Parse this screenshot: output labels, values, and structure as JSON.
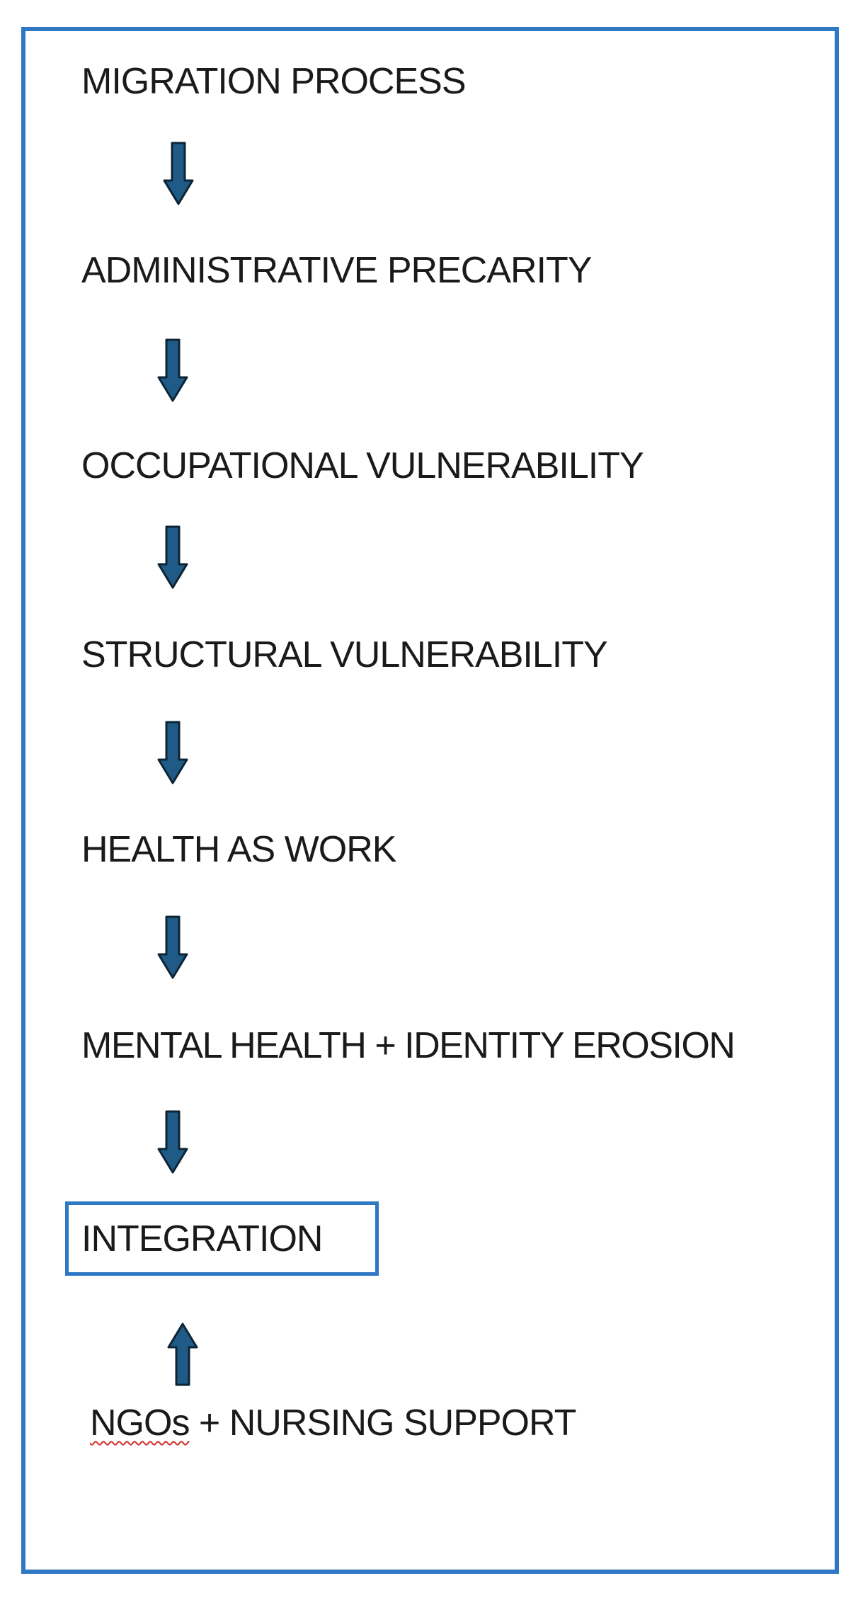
{
  "diagram": {
    "steps": [
      {
        "label": "MIGRATION PROCESS"
      },
      {
        "label": "ADMINISTRATIVE PRECARITY"
      },
      {
        "label": "OCCUPATIONAL VULNERABILITY"
      },
      {
        "label": "STRUCTURAL VULNERABILITY"
      },
      {
        "label": "HEALTH AS WORK"
      },
      {
        "label": "MENTAL HEALTH + IDENTITY EROSION"
      },
      {
        "label": "INTEGRATION",
        "highlighted": true
      }
    ],
    "support": {
      "ngos": "NGOs",
      "rest": " + NURSING SUPPORT"
    },
    "colors": {
      "frame": "#2f78c4",
      "arrow_fill": "#1f5b86",
      "arrow_stroke": "#0d2436",
      "spellcheck_underline": "#d0312d"
    },
    "icons": {
      "down_arrow": "down-arrow-icon",
      "up_arrow": "up-arrow-icon"
    }
  }
}
